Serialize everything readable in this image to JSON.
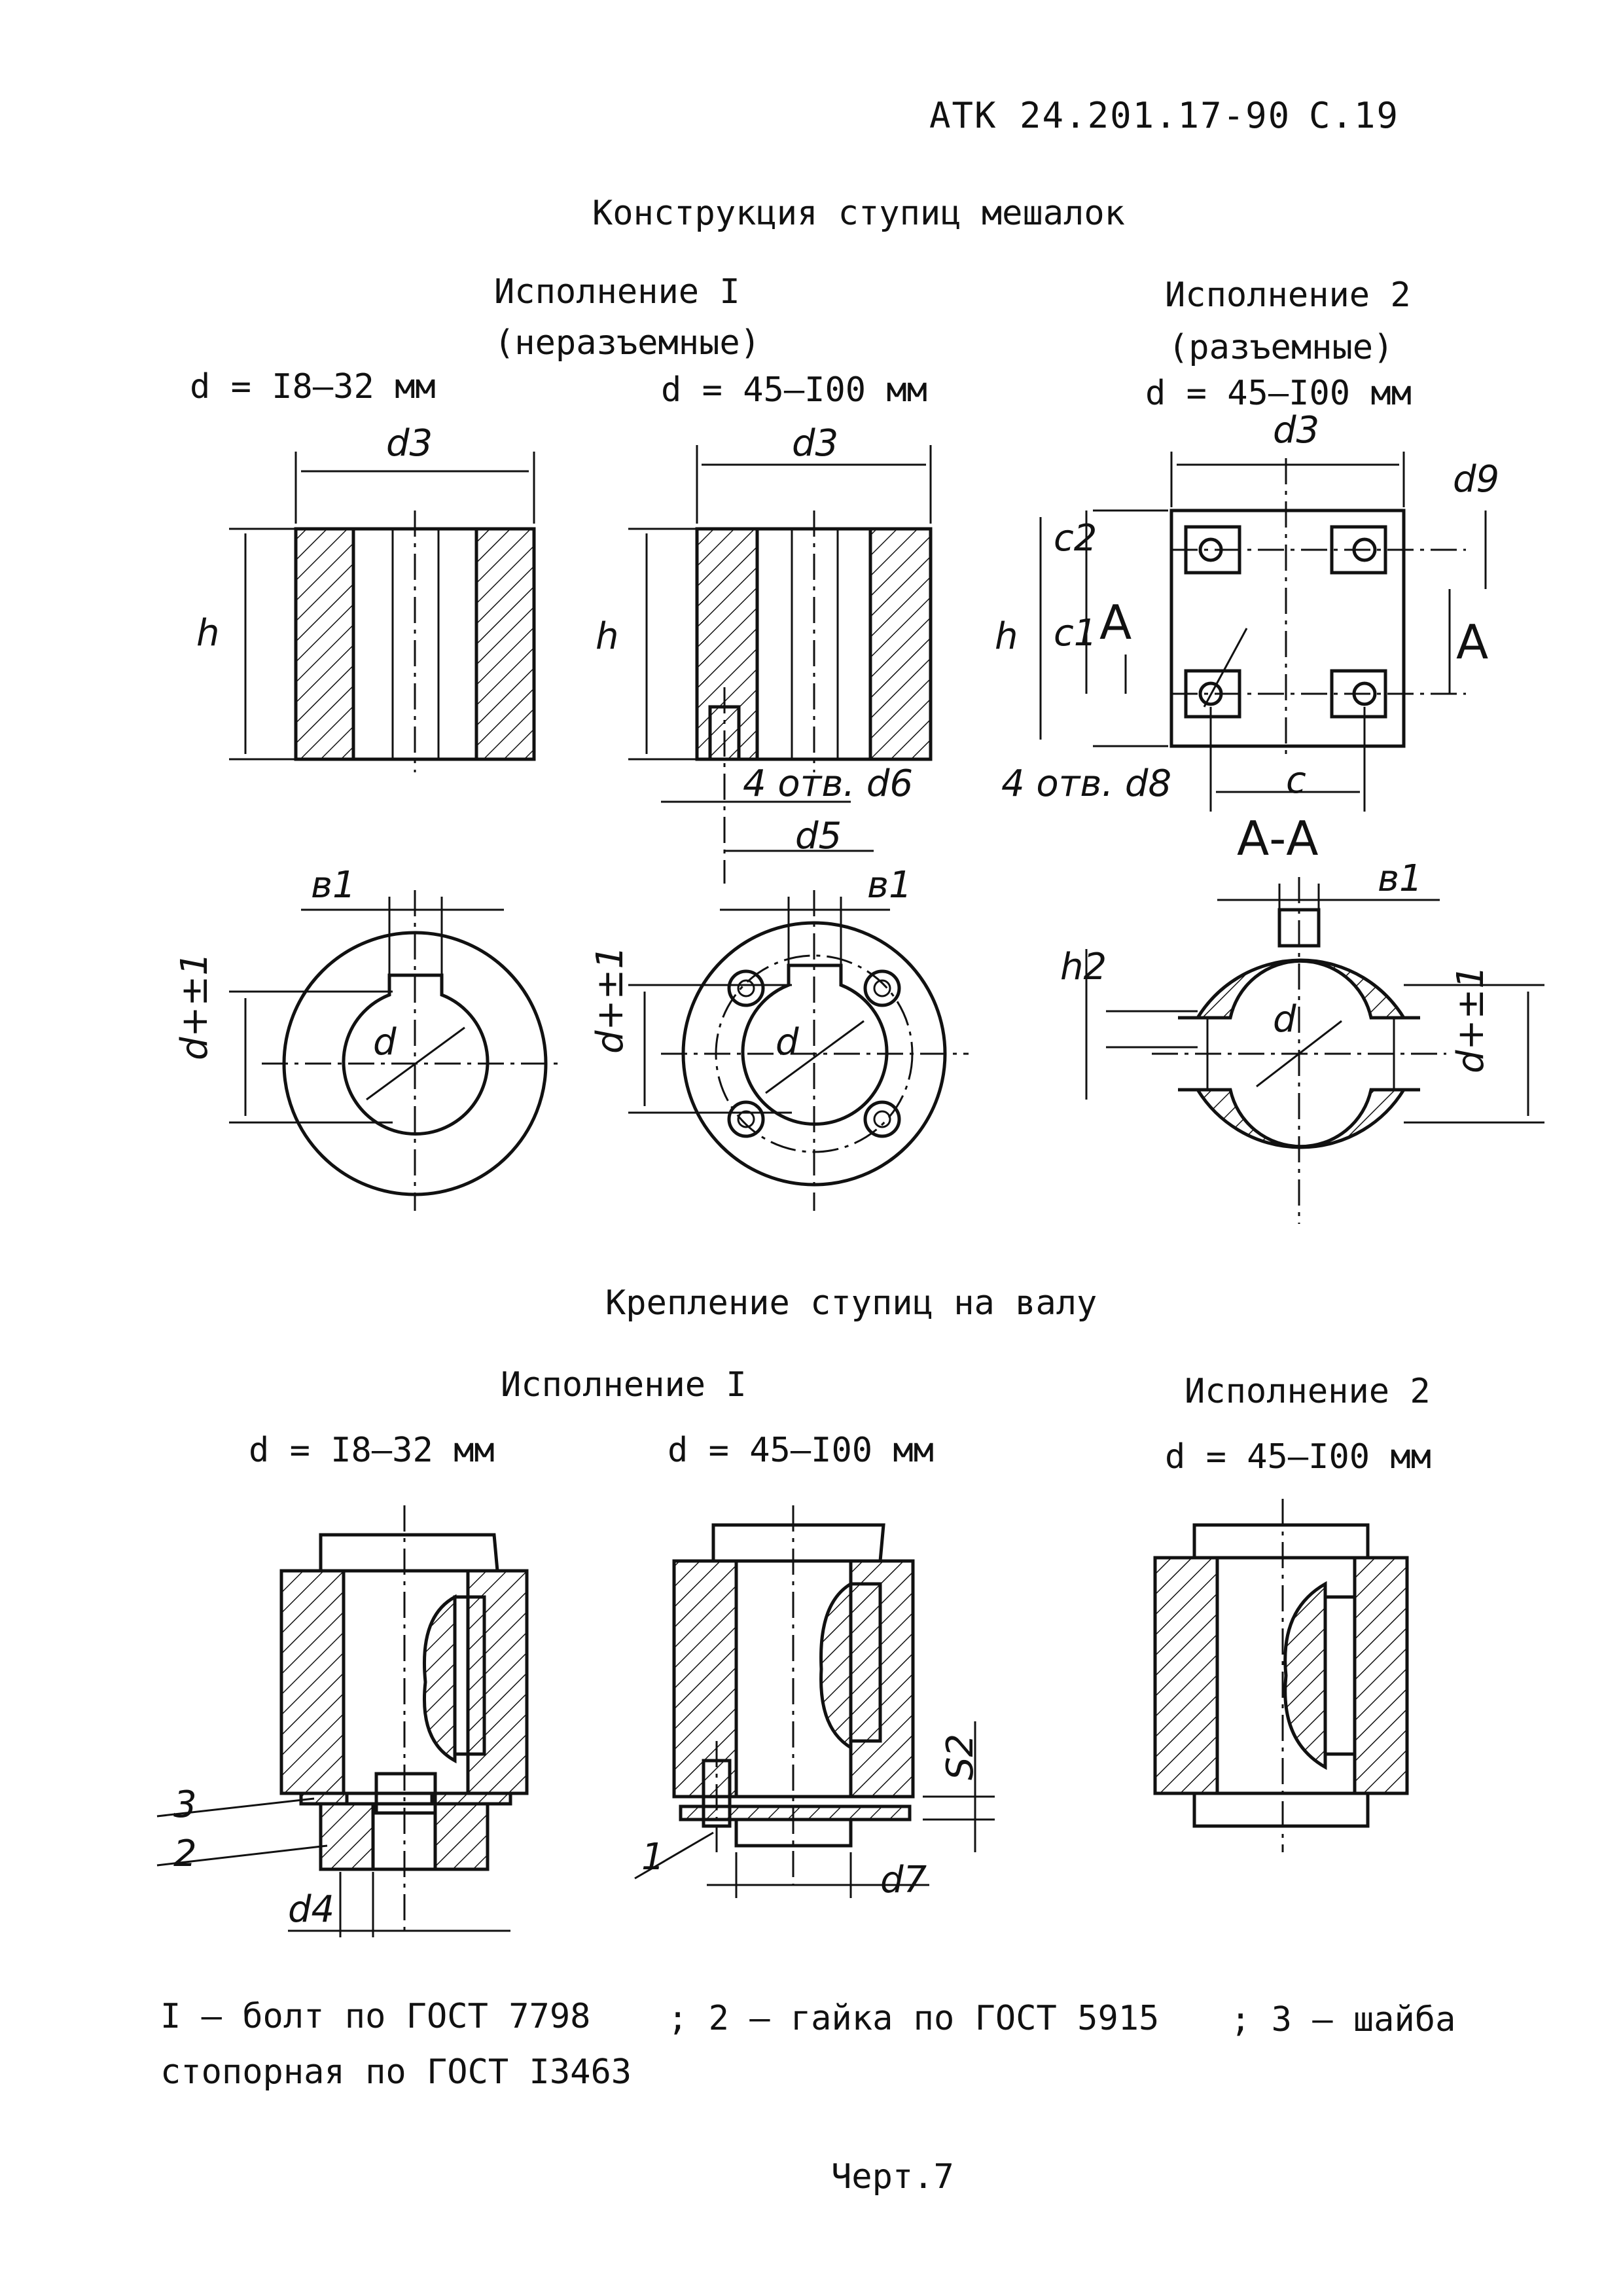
{
  "header": {
    "doc_code": "АТК 24.201.17-90",
    "page": "С.19"
  },
  "section1": {
    "title": "Конструкция ступиц мешалок",
    "variant1": {
      "title": "Исполнение I",
      "subtitle": "(неразъемные)"
    },
    "variant2": {
      "title": "Исполнение 2",
      "subtitle": "(разъемные)"
    },
    "ranges": {
      "small": "d = I8–32 мм",
      "large1": "d = 45–I00 мм",
      "large2": "d = 45–I00 мм"
    }
  },
  "section2": {
    "title": "Крепление ступиц на валу",
    "variant1": {
      "title": "Исполнение I"
    },
    "variant2": {
      "title": "Исполнение 2"
    },
    "ranges": {
      "small": "d = I8–32 мм",
      "large1": "d = 45–I00 мм",
      "large2": "d = 45–I00 мм"
    }
  },
  "labels": {
    "d3": "d3",
    "h": "h",
    "d6": "4 отв. d6",
    "d5": "d5",
    "d9": "d9",
    "c1": "c1",
    "c2": "c2",
    "c": "c",
    "A": "A",
    "A1": "A",
    "d8": "4 отв. d8",
    "section_aa": "А-А",
    "b1": "в1",
    "h2": "h2",
    "d": "d",
    "d_tol": "d+±1",
    "d4": "d4",
    "d7": "d7",
    "s2": "S2",
    "n1": "1",
    "n2": "2",
    "n3": "3"
  },
  "legend": {
    "line1_part1": "I – болт по ГОСТ 7798",
    "line1_part2": "; 2 – гайка по ГОСТ 5915",
    "line1_part3": "; 3 – шайба",
    "line2": "стопорная по ГОСТ I3463"
  },
  "caption": "Черт.7"
}
